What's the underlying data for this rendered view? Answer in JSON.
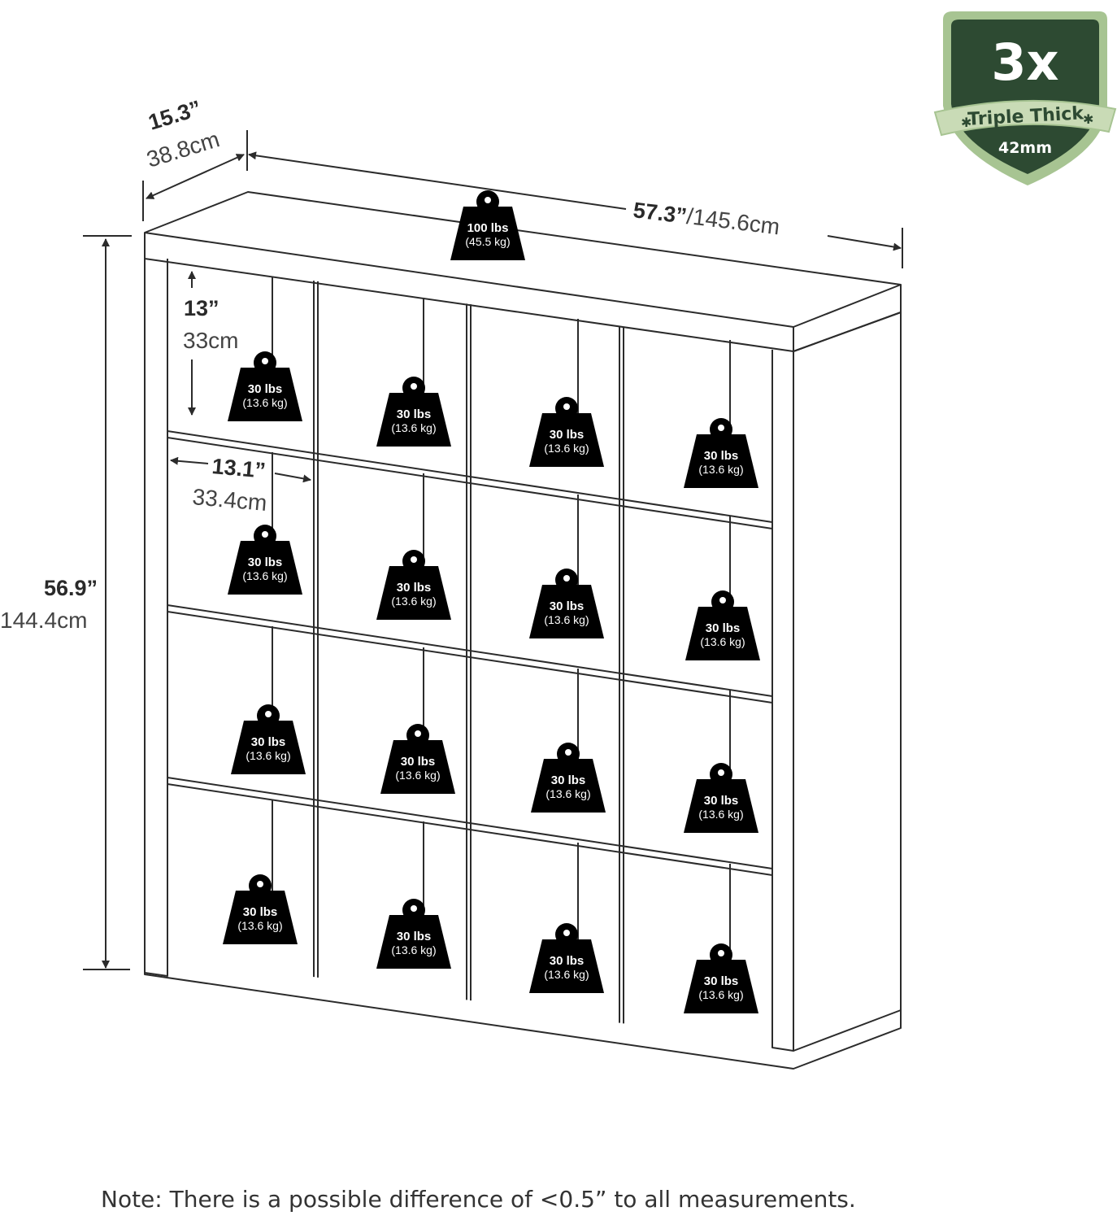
{
  "colors": {
    "line": "#2b2b2b",
    "weight_fill": "#000000",
    "badge_dark": "#2d4a32",
    "badge_light": "#a7c492",
    "badge_ribbon": "#c9dbb6",
    "badge_text": "#2d4a32"
  },
  "badge": {
    "multiplier": "3x",
    "label": "Triple Thick",
    "thickness": "42mm"
  },
  "dimensions": {
    "depth": {
      "imperial": "15.3”",
      "metric": "38.8cm"
    },
    "width": {
      "imperial": "57.3”",
      "metric": "/145.6cm"
    },
    "height": {
      "imperial": "56.9”",
      "metric": "144.4cm"
    },
    "cube_height": {
      "imperial": "13”",
      "metric": "33cm"
    },
    "cube_width": {
      "imperial": "13.1”",
      "metric": "33.4cm"
    }
  },
  "top_weight": {
    "lbs": "100 lbs",
    "kg": "(45.5 kg)"
  },
  "cube_weights": [
    {
      "lbs": "30 lbs",
      "kg": "(13.6 kg)"
    },
    {
      "lbs": "30 lbs",
      "kg": "(13.6 kg)"
    },
    {
      "lbs": "30 lbs",
      "kg": "(13.6 kg)"
    },
    {
      "lbs": "30 lbs",
      "kg": "(13.6 kg)"
    },
    {
      "lbs": "30 lbs",
      "kg": "(13.6 kg)"
    },
    {
      "lbs": "30 lbs",
      "kg": "(13.6 kg)"
    },
    {
      "lbs": "30 lbs",
      "kg": "(13.6 kg)"
    },
    {
      "lbs": "30 lbs",
      "kg": "(13.6 kg)"
    },
    {
      "lbs": "30 lbs",
      "kg": "(13.6 kg)"
    },
    {
      "lbs": "30 lbs",
      "kg": "(13.6 kg)"
    },
    {
      "lbs": "30 lbs",
      "kg": "(13.6 kg)"
    },
    {
      "lbs": "30 lbs",
      "kg": "(13.6 kg)"
    },
    {
      "lbs": "30 lbs",
      "kg": "(13.6 kg)"
    },
    {
      "lbs": "30 lbs",
      "kg": "(13.6 kg)"
    },
    {
      "lbs": "30 lbs",
      "kg": "(13.6 kg)"
    },
    {
      "lbs": "30 lbs",
      "kg": "(13.6 kg)"
    }
  ],
  "note": "Note: There is a possible difference of <0.5” to all measurements."
}
